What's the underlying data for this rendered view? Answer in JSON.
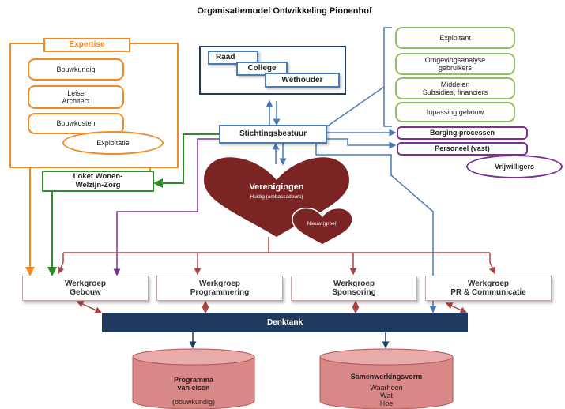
{
  "title": "Organisatiemodel Ontwikkeling Pinnenhof",
  "expertise": {
    "header": "Expertise",
    "items": [
      "Bouwkundig",
      "Leise\nArchitect",
      "Bouwkosten",
      "Exploitatie"
    ]
  },
  "raad_box": {
    "items": [
      "Raad",
      "College",
      "Wethouder"
    ]
  },
  "stichtingsbestuur": "Stichtingsbestuur",
  "right_group": {
    "items": [
      "Exploitant",
      "Omgevingsanalyse\ngebruikers",
      "Middelen\nSubsidies, financiers",
      "Inpassing gebouw"
    ]
  },
  "purple_items": [
    "Borging processen",
    "Personeel (vast)",
    "Vrijwilligers"
  ],
  "loket": "Loket Wonen-\nWelzijn-Zorg",
  "verenigingen": {
    "title": "Verenigingen",
    "subtitle": "Huidig (ambassadeurs)",
    "new": "Nieuw (groei)"
  },
  "werkgroepen": [
    {
      "line1": "Werkgroep",
      "line2": "Gebouw"
    },
    {
      "line1": "Werkgroep",
      "line2": "Programmering"
    },
    {
      "line1": "Werkgroep",
      "line2": "Sponsoring"
    },
    {
      "line1": "Werkgroep",
      "line2": "PR & Communicatie"
    }
  ],
  "denktank": "Denktank",
  "cylinders": [
    {
      "line1": "Programma",
      "line2": "van eisen",
      "line3": "(bouwkundig)"
    },
    {
      "line1": "Samenwerkingsvorm",
      "line2": "Waarheen",
      "line3": "Wat",
      "line4": "Hoe"
    }
  ],
  "colors": {
    "orange": "#f08a24",
    "green_light": "#8cc063",
    "green_dark": "#2f8a2a",
    "blue": "#4a7ab8",
    "purple": "#7a2f93",
    "heart": "#7a2424",
    "denktank": "#1f3a5c",
    "cylinder": "#d98888",
    "arrow_red": "#a44"
  }
}
